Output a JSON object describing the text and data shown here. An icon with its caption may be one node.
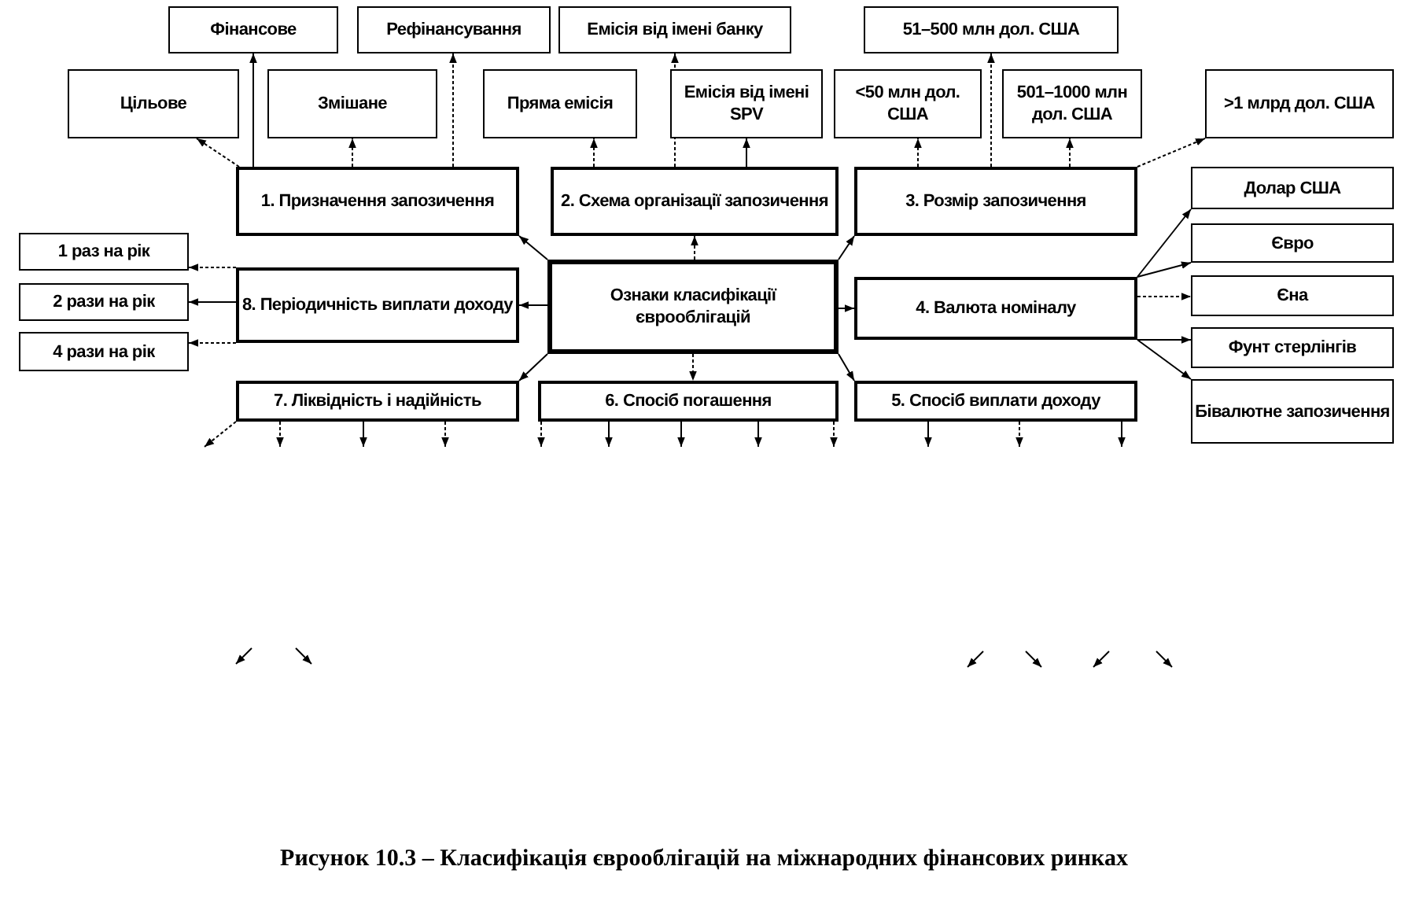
{
  "diagram": {
    "caption": "Рисунок 10.3 – Класифікація єврооблігацій на міжнародних фінансових ринках",
    "nodes": [
      {
        "text": [
          "Ознаки класифікації єврооблігацій"
        ]
      },
      {
        "text": [
          "1. Призначення запозичення"
        ]
      },
      {
        "text": [
          "2. Схема організації запозичення"
        ]
      },
      {
        "text": [
          "3. Розмір запозичення"
        ]
      },
      {
        "text": [
          "4. Валюта номіналу"
        ]
      },
      {
        "text": [
          "5. Спосіб виплати доходу"
        ]
      },
      {
        "text": [
          "6. Спосіб погашення"
        ]
      },
      {
        "text": [
          "7. Ліквідність і надійність"
        ]
      },
      {
        "text": [
          "8. Періодичність виплати доходу"
        ]
      },
      {
        "text": [
          "Цільове"
        ]
      },
      {
        "text": [
          "Фінансове"
        ]
      },
      {
        "text": [
          "Змішане"
        ]
      },
      {
        "text": [
          "Рефінансування"
        ]
      },
      {
        "text": [
          "Пряма емісія"
        ]
      },
      {
        "text": [
          "Емісія від імені банку"
        ]
      },
      {
        "text": [
          "Емісія від імені SPV"
        ]
      },
      {
        "text": [
          "<50 млн дол. США"
        ]
      },
      {
        "text": [
          "51–500 млн дол. США"
        ]
      },
      {
        "text": [
          "501–1000 млн дол. США"
        ]
      },
      {
        "text": [
          ">1 млрд дол. США"
        ]
      },
      {
        "text": [
          "Долар США"
        ]
      },
      {
        "text": [
          "Євро"
        ]
      },
      {
        "text": [
          "Єна"
        ]
      },
      {
        "text": [
          "Фунт стерлінгів"
        ]
      },
      {
        "text": [
          "Бівалютне запозичення"
        ]
      },
      {
        "text": [
          "1 раз на рік"
        ]
      },
      {
        "text": [
          "2 рази на рік"
        ]
      },
      {
        "text": [
          "4 рази на рік"
        ]
      }
    ],
    "edges": [
      {
        "from": 0,
        "to": 1,
        "arrow": "to"
      },
      {
        "from": 0,
        "to": 2,
        "arrow": "to",
        "style": "dashed"
      },
      {
        "from": 0,
        "to": 3,
        "arrow": "to"
      },
      {
        "from": 0,
        "to": 4,
        "arrow": "to"
      },
      {
        "from": 0,
        "to": 5,
        "arrow": "to"
      },
      {
        "from": 0,
        "to": 6,
        "arrow": "to",
        "style": "dashed"
      },
      {
        "from": 0,
        "to": 7,
        "arrow": "to"
      },
      {
        "from": 0,
        "to": 8,
        "arrow": "to"
      },
      {
        "from": 1,
        "to": 9,
        "arrow": "to",
        "style": "dashed"
      },
      {
        "from": 1,
        "to": 10,
        "arrow": "to"
      },
      {
        "from": 1,
        "to": 11,
        "arrow": "to",
        "style": "dashed"
      },
      {
        "from": 1,
        "to": 12,
        "arrow": "to",
        "style": "dashed"
      },
      {
        "from": 2,
        "to": 13,
        "arrow": "to",
        "style": "dashed"
      },
      {
        "from": 2,
        "to": 14,
        "arrow": "to",
        "style": "dashed"
      },
      {
        "from": 2,
        "to": 15,
        "arrow": "to"
      },
      {
        "from": 3,
        "to": 16,
        "arrow": "to",
        "style": "dashed"
      },
      {
        "from": 3,
        "to": 17,
        "arrow": "to",
        "style": "dashed"
      },
      {
        "from": 3,
        "to": 18,
        "arrow": "to",
        "style": "dashed"
      },
      {
        "from": 3,
        "to": 19,
        "arrow": "to",
        "style": "dashed"
      },
      {
        "from": 4,
        "to": 20,
        "arrow": "to"
      },
      {
        "from": 4,
        "to": 21,
        "arrow": "to"
      },
      {
        "from": 4,
        "to": 22,
        "arrow": "to",
        "style": "dashed"
      },
      {
        "from": 4,
        "to": 23,
        "arrow": "to"
      },
      {
        "from": 4,
        "to": 24,
        "arrow": "to"
      },
      {
        "from": 8,
        "to": 25,
        "arrow": "to",
        "style": "dashed"
      },
      {
        "from": 8,
        "to": 26,
        "arrow": "to"
      },
      {
        "from": 8,
        "to": 27,
        "arrow": "to",
        "style": "dashed"
      },
      {
        "from": 7,
        "to": null,
        "arrow": "to",
        "style": "dashed"
      },
      {
        "from": 7,
        "to": null,
        "arrow": "to",
        "style": "dashed"
      },
      {
        "from": 7,
        "to": null,
        "arrow": "to"
      },
      {
        "from": 7,
        "to": null,
        "arrow": "to",
        "style": "dashed"
      },
      {
        "from": 6,
        "to": null,
        "arrow": "to",
        "style": "dashed"
      },
      {
        "from": 6,
        "to": null,
        "arrow": "to"
      },
      {
        "from": 6,
        "to": null,
        "arrow": "to"
      },
      {
        "from": 6,
        "to": null,
        "arrow": "to"
      },
      {
        "from": 6,
        "to": null,
        "arrow": "to",
        "style": "dashed"
      },
      {
        "from": 5,
        "to": null,
        "arrow": "to"
      },
      {
        "from": 5,
        "to": null,
        "arrow": "to",
        "style": "dashed"
      },
      {
        "from": 5,
        "to": null,
        "arrow": "to"
      }
    ]
  }
}
